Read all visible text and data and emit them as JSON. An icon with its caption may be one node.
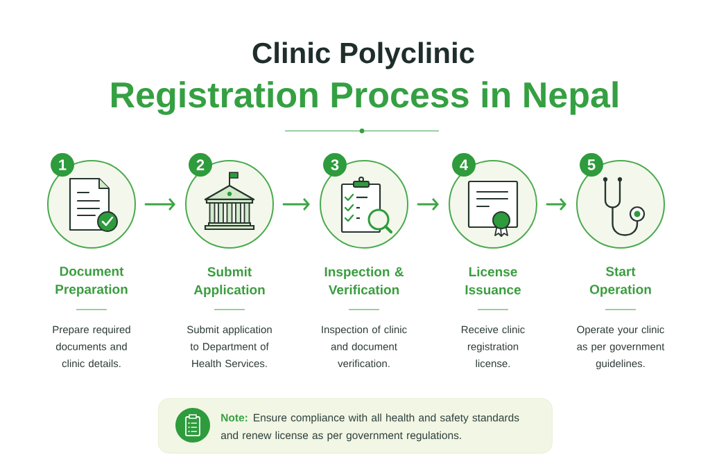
{
  "diagram": {
    "title": "Registration Process in Nepal",
    "nodes": [
      {
        "text": [
          "1",
          "Document Preparation",
          "Prepare required documents and clinic details."
        ]
      },
      {
        "text": [
          "2",
          "Submit Application",
          "Submit application to Department of Health Services."
        ]
      },
      {
        "text": [
          "3",
          "Inspection & Verification",
          "Inspection of clinic and document verification."
        ]
      },
      {
        "text": [
          "4",
          "License Issuance",
          "Receive clinic registration license."
        ]
      },
      {
        "text": [
          "5",
          "Start Operation",
          "Operate your clinic as per government guidelines."
        ]
      },
      {
        "text": [
          "Note:",
          "Ensure compliance with all health and safety standards and renew license as per government regulations."
        ]
      }
    ],
    "edges": [
      {
        "from": 0,
        "to": 1,
        "arrow": "to"
      },
      {
        "from": 1,
        "to": 2,
        "arrow": "to"
      },
      {
        "from": 2,
        "to": 3,
        "arrow": "to"
      },
      {
        "from": 3,
        "to": 4,
        "arrow": "to"
      }
    ],
    "labels": [
      "Clinic Polyclinic"
    ]
  }
}
